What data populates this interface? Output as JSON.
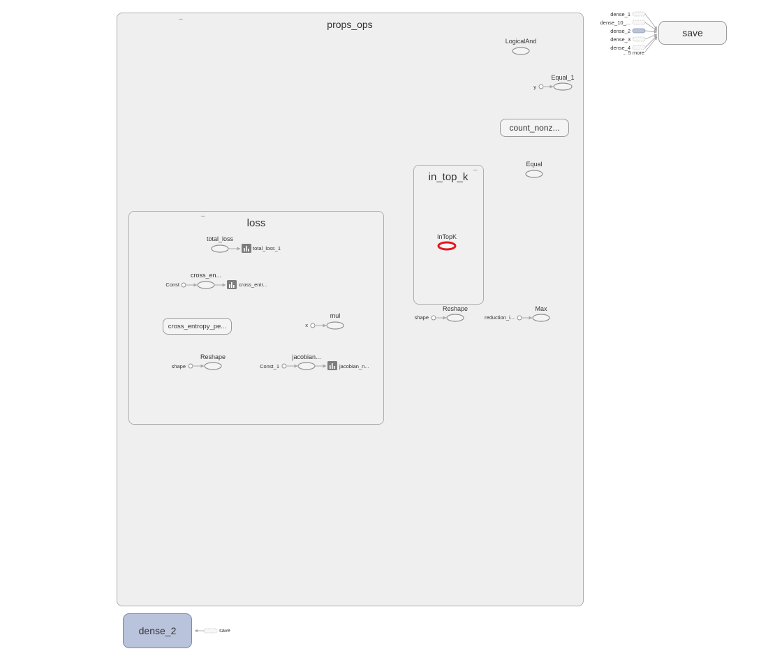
{
  "groups": {
    "props_ops": "props_ops",
    "loss": "loss",
    "in_top_k": "in_top_k"
  },
  "nodes": {
    "logical_and": "LogicalAnd",
    "equal_1": "Equal_1",
    "y": "y",
    "count_nonz": "count_nonz...",
    "equal": "Equal",
    "in_top_k_op": "InTopK",
    "reshape_outer": "Reshape",
    "shape_outer": "shape",
    "max": "Max",
    "reduction": "reduction_i...",
    "total_loss": "total_loss",
    "total_loss_1": "total_loss_1",
    "cross_en": "cross_en...",
    "const": "Const",
    "cross_entr": "cross_entr...",
    "cross_entropy_pe": "cross_entropy_pe...",
    "mul": "mul",
    "x": "x",
    "reshape_inner": "Reshape",
    "shape_inner": "shape",
    "jacobian": "jacobian...",
    "const_1": "Const_1",
    "jacobian_n": "jacobian_n..."
  },
  "save_inputs": [
    "dense_1",
    "dense_10_...",
    "dense_2",
    "dense_3",
    "dense_4",
    "... 5 more"
  ],
  "save_node": "save",
  "dense_2_node": "dense_2",
  "dense_2_out": "save",
  "colors": {
    "group_fill": "#efefef",
    "group_stroke": "#aeaeae",
    "highlight": "#e8141e",
    "dense_fill": "#b9c3dc",
    "dense_stroke": "#7f89a6",
    "summary_icon": "#7d7d7d"
  }
}
